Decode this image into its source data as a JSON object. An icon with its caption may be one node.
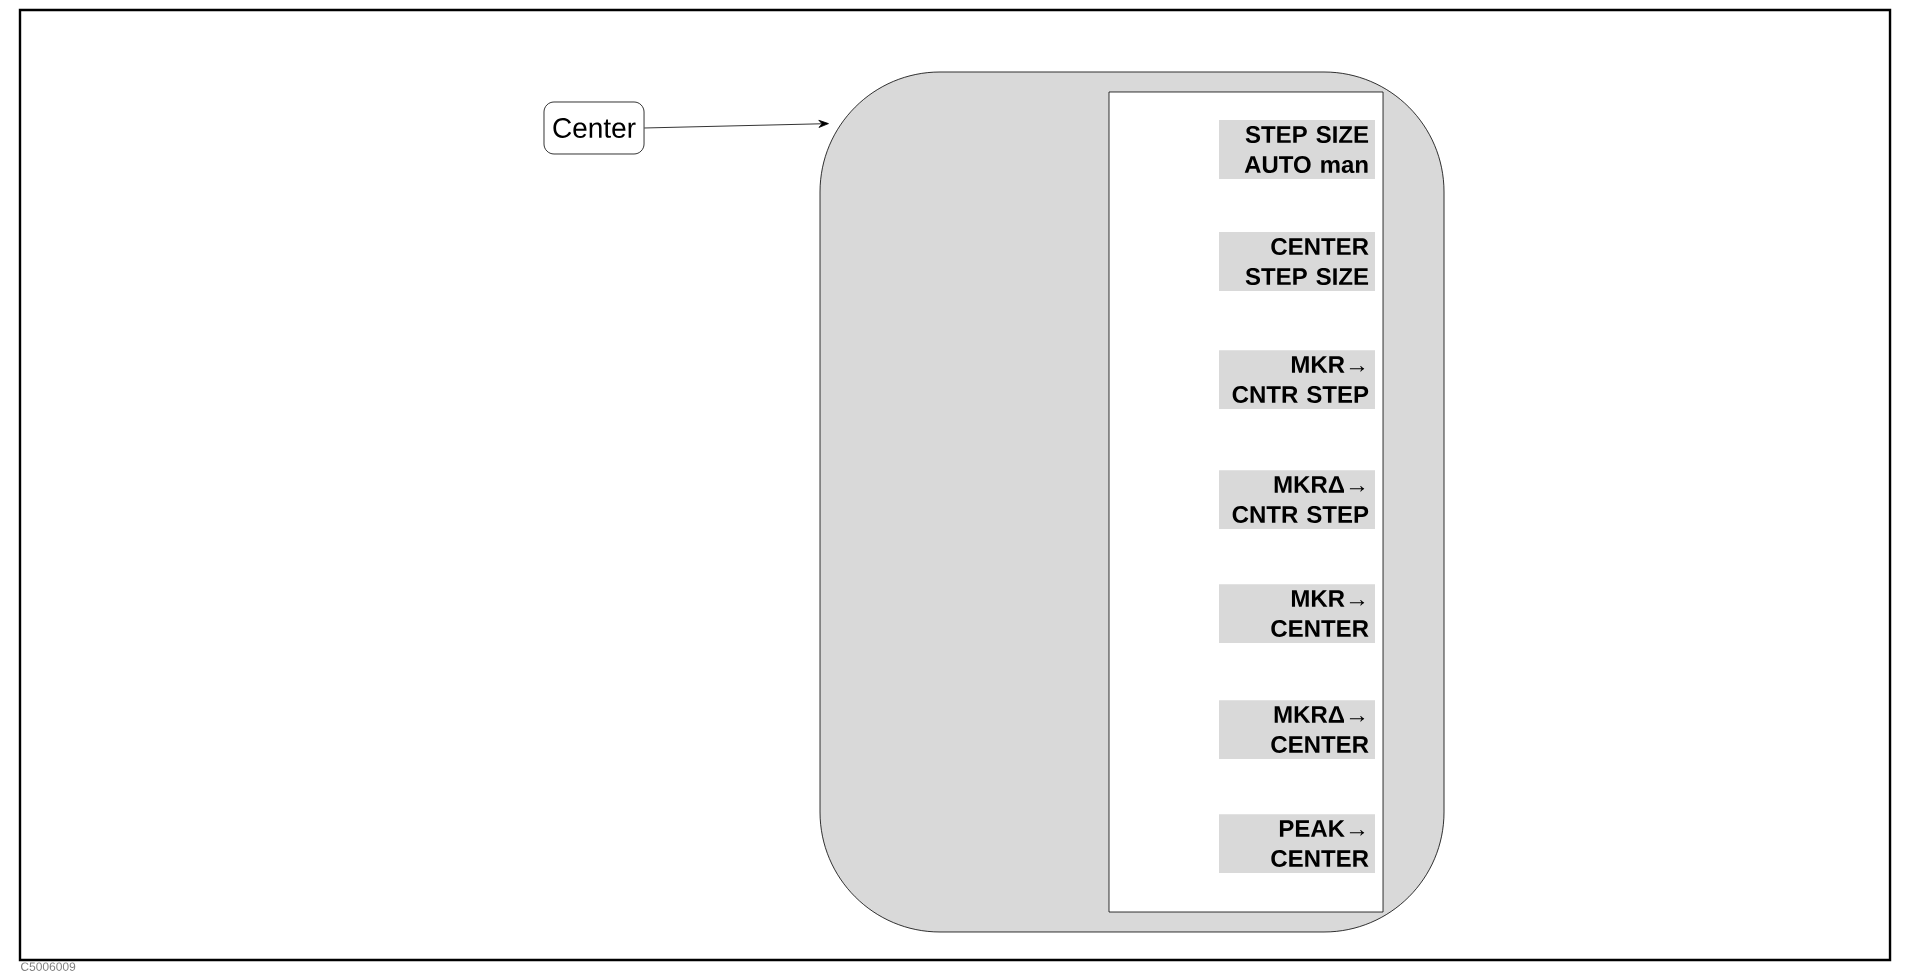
{
  "diagram": {
    "nodes": [
      {
        "text": [
          "Center"
        ]
      },
      {
        "text": [],
        "shape": "box"
      },
      {
        "text": [],
        "shape": "box",
        "in": 1
      },
      {
        "text": [
          "STEP SIZE AUTO man"
        ],
        "in": 2
      },
      {
        "text": [
          "CENTER STEP SIZE"
        ],
        "in": 2
      },
      {
        "text": [
          "MKR→ CNTR STEP"
        ],
        "in": 2
      },
      {
        "text": [
          "MKRΔ→ CNTR STEP"
        ],
        "in": 2
      },
      {
        "text": [
          "MKR→ CENTER"
        ],
        "in": 2
      },
      {
        "text": [
          "MKRΔ→ CENTER"
        ],
        "in": 2
      },
      {
        "text": [
          "PEAK→ CENTER"
        ],
        "in": 2
      }
    ],
    "edges": [
      {
        "from": 0,
        "to": 1,
        "arrow": "to"
      }
    ],
    "labels": [
      "C5006009"
    ]
  }
}
